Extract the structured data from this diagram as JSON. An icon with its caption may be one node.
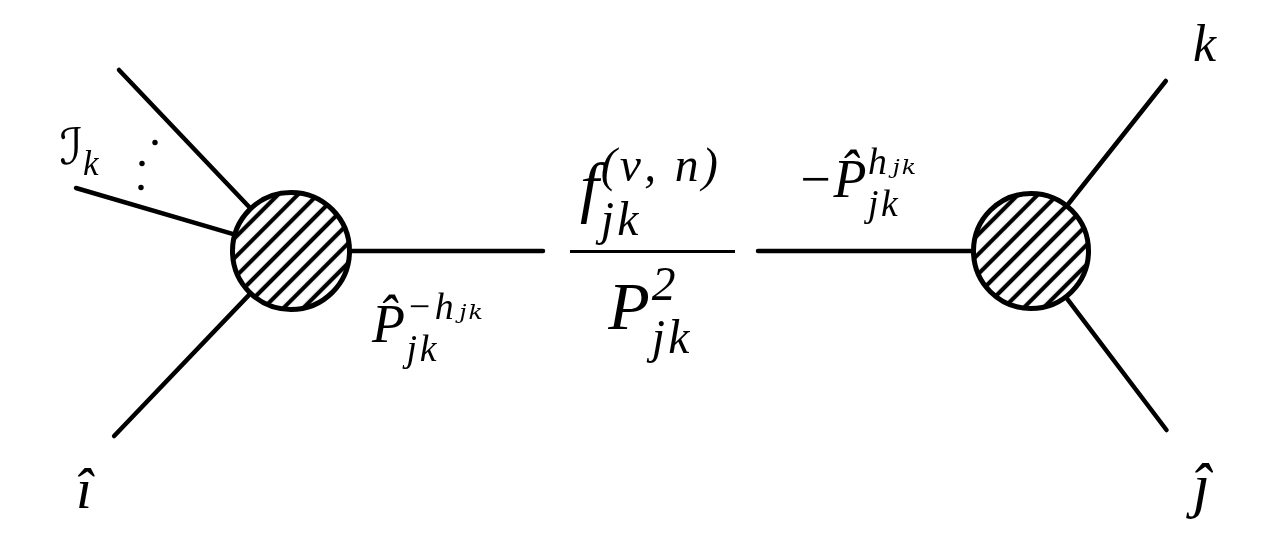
{
  "diagram": {
    "nodes": [
      {
        "text": [
          "ℐ$_{k}$"
        ]
      },
      {
        "text": [],
        "shape": "circle"
      },
      {
        "text": [
          "î"
        ]
      },
      {
        "text": [
          "f$_{jk}$$^{(ν, n)}$",
          "P$_{jk}$$^{2}$"
        ]
      },
      {
        "text": [],
        "shape": "circle"
      },
      {
        "text": [
          "k"
        ]
      },
      {
        "text": [
          "ĵ"
        ]
      }
    ],
    "edges": [
      {
        "from": null,
        "to": 1,
        "arrow": "none"
      },
      {
        "from": 0,
        "to": 1,
        "arrow": "none"
      },
      {
        "from": 2,
        "to": 1,
        "arrow": "none"
      },
      {
        "from": 1,
        "to": 3,
        "arrow": "none",
        "label": "P̂$_{jk}$$^{−hⱼₖ}$"
      },
      {
        "from": 3,
        "to": 4,
        "arrow": "none",
        "label": "−P̂$_{jk}$$^{hⱼₖ}$"
      },
      {
        "from": 4,
        "to": 5,
        "arrow": "none"
      },
      {
        "from": 4,
        "to": 6,
        "arrow": "none"
      }
    ]
  }
}
